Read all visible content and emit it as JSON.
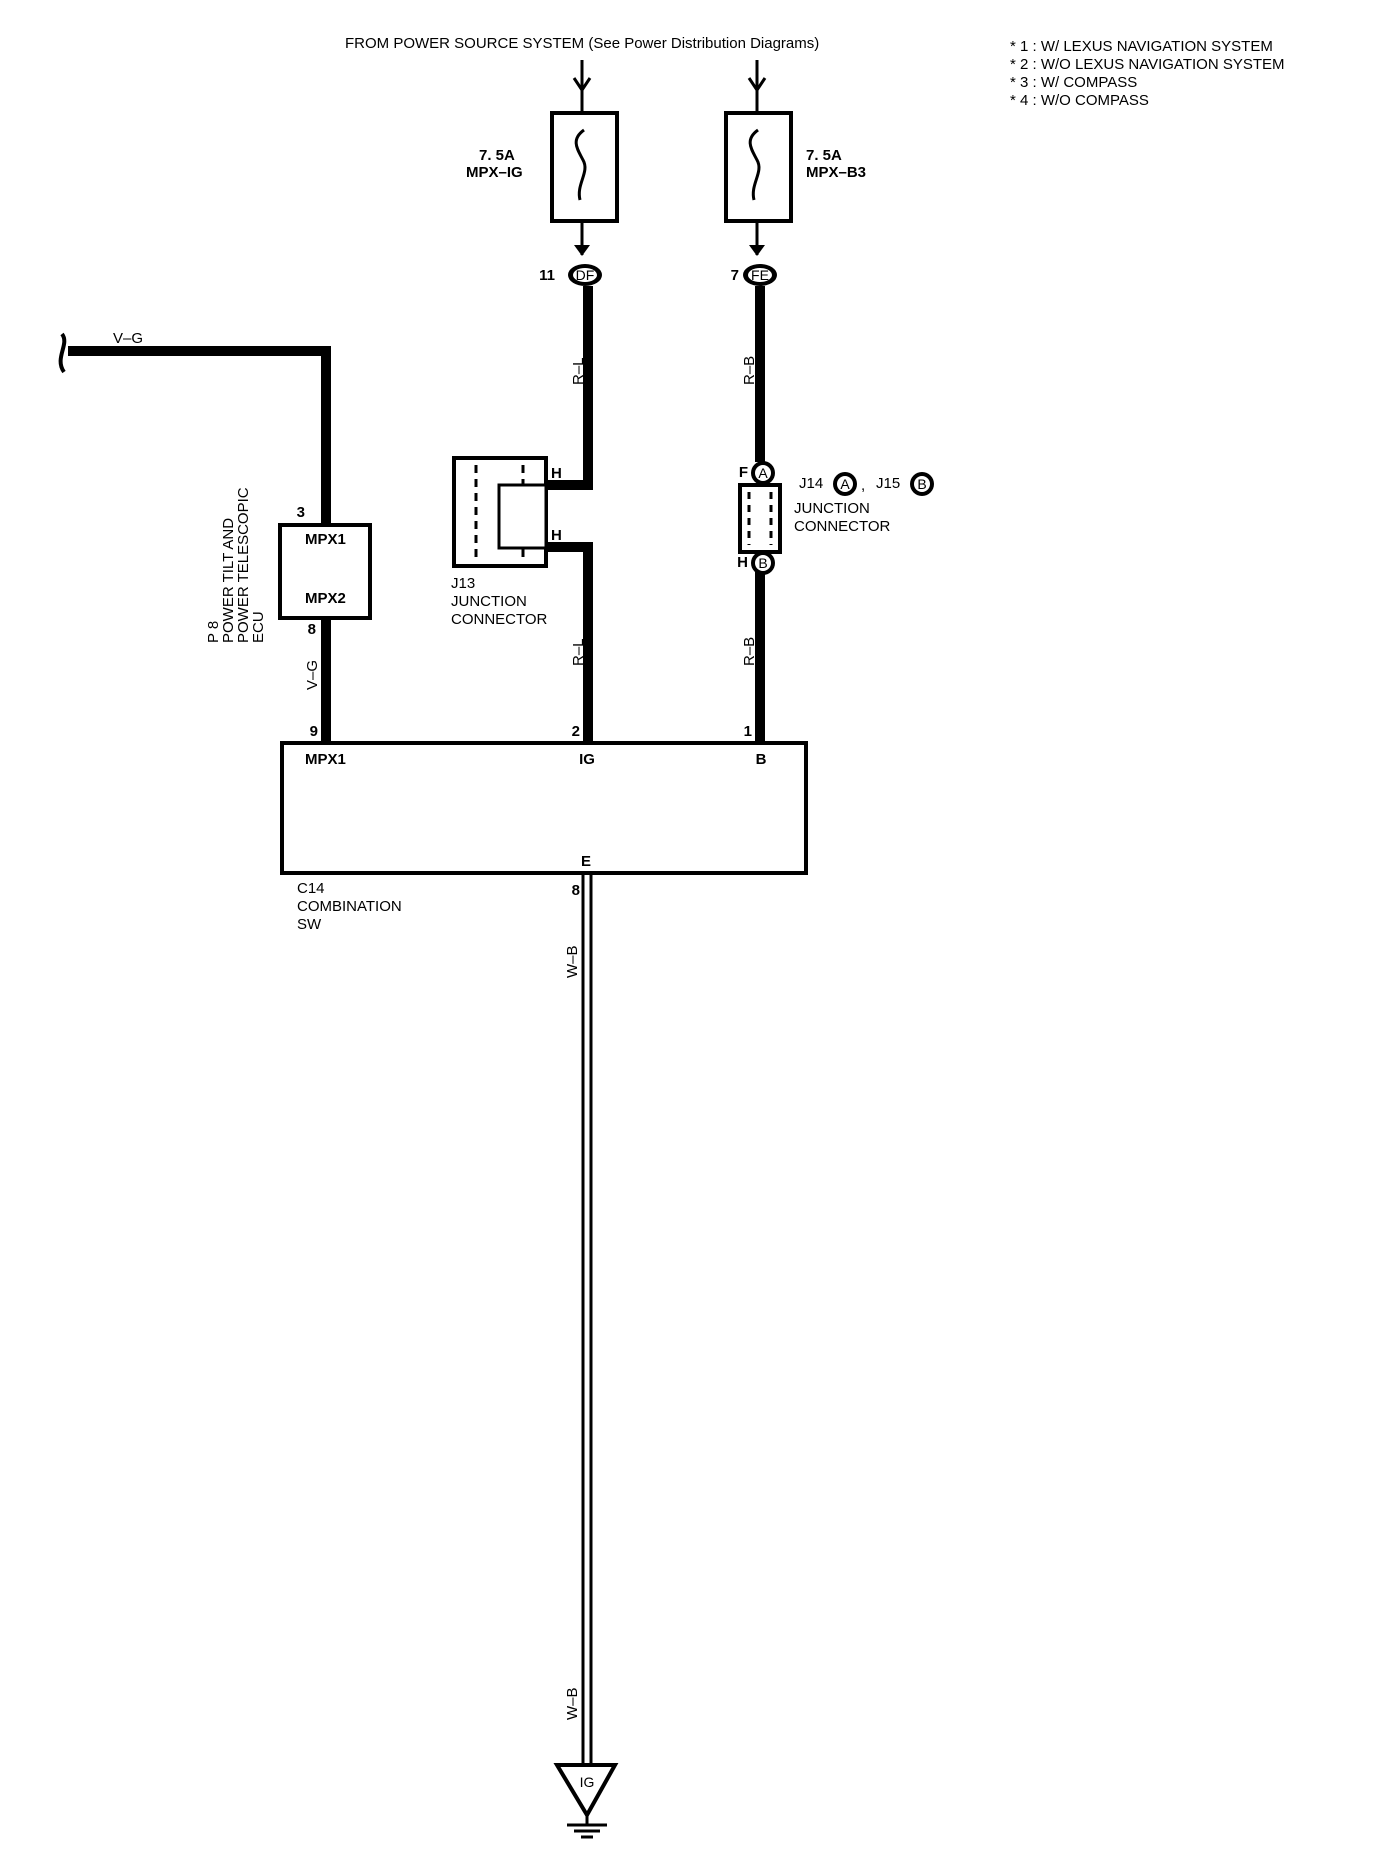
{
  "header": {
    "source_text": "FROM POWER SOURCE SYSTEM (See Power Distribution Diagrams)"
  },
  "notes": [
    "* 1 : W/ LEXUS NAVIGATION SYSTEM",
    "* 2 : W/O LEXUS NAVIGATION SYSTEM",
    "* 3 : W/ COMPASS",
    "* 4 : W/O COMPASS"
  ],
  "fuses": [
    {
      "rating": "7. 5A",
      "name": "MPX–IG"
    },
    {
      "rating": "7. 5A",
      "name": "MPX–B3"
    }
  ],
  "fuse_connectors": [
    {
      "pin": "11",
      "code": "DF"
    },
    {
      "pin": "7",
      "code": "FE"
    }
  ],
  "wires": {
    "vg_left": "V–G",
    "rl_upper": "R–L",
    "rb_upper": "R–B",
    "vg_lower": "V–G",
    "rl_lower": "R–L",
    "rb_lower": "R–B",
    "wb_upper": "W–B",
    "wb_lower": "W–B"
  },
  "ecu_p8": {
    "pin_top": "3",
    "terminal_top": "MPX1",
    "terminal_bottom": "MPX2",
    "pin_bottom": "8",
    "label_lines": [
      "P 8",
      "POWER TILT AND",
      "POWER TELESCOPIC",
      "ECU"
    ]
  },
  "j13": {
    "pin_top": "H",
    "pin_bottom": "H",
    "label_lines": [
      "J13",
      "JUNCTION",
      "CONNECTOR"
    ]
  },
  "j14_j15": {
    "pin_top_letter": "F",
    "pin_top_code": "A",
    "pin_bottom_letter": "H",
    "pin_bottom_code": "B",
    "ref_a_name": "J14",
    "ref_a_code": "A",
    "separator": ",",
    "ref_b_name": "J15",
    "ref_b_code": "B",
    "label_lines": [
      "JUNCTION",
      "CONNECTOR"
    ]
  },
  "combination_sw": {
    "pins": [
      {
        "num": "9",
        "terminal": "MPX1"
      },
      {
        "num": "2",
        "terminal": "IG"
      },
      {
        "num": "1",
        "terminal": "B"
      }
    ],
    "ground_terminal": "E",
    "ground_pin": "8",
    "label_lines": [
      "C14",
      "COMBINATION",
      "SW"
    ]
  },
  "ground": {
    "code": "IG"
  }
}
